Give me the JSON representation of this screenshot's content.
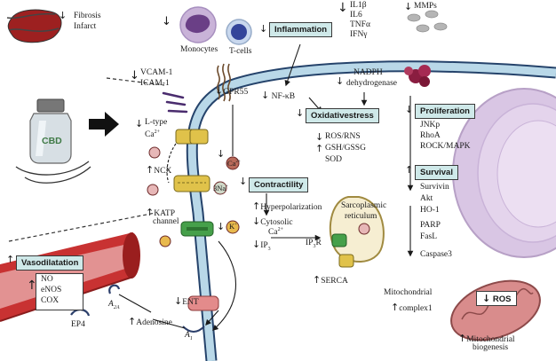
{
  "diagram": {
    "top": {
      "fibrosis_infarct": [
        "Fibrosis",
        "Infarct"
      ],
      "monocytes": "Monocytes",
      "t_cells": "T-cells",
      "inflammation": "Inflammation",
      "cytokines": [
        "IL1β",
        "IL6",
        "TNFα",
        "IFNγ"
      ],
      "mmps": "MMPs"
    },
    "membrane": {
      "adhesion": [
        "VCAM-1",
        "ICAM-1"
      ],
      "gpr55": "GPR55",
      "nfkb": "NF-κB",
      "nadph": [
        "NADPH",
        "dehydrogenase"
      ]
    },
    "cbd_label": "CBD",
    "channels": {
      "l_type": [
        "L-type",
        "Ca"
      ],
      "ca_ion": "Ca",
      "ncx": "NCX",
      "na_ion": "3Na",
      "katp": [
        "KATP",
        "channel"
      ],
      "k_ion": "K"
    },
    "contractility": {
      "label": "Contractility",
      "hyperpolarization": "Hyperpolarization",
      "cytosolic": "Cytosolic",
      "ca": "Ca",
      "ip3": "IP",
      "ip3r": "IP",
      "ip3r_suffix": "R"
    },
    "sr": {
      "title": [
        "Sarcoplasmic",
        "reticulum"
      ],
      "serca": "SERCA"
    },
    "oxidative": {
      "label": "Oxidativestress",
      "items": [
        "ROS/RNS",
        "GSH/GSSG",
        "SOD"
      ]
    },
    "proliferation": {
      "label": "Proliferation",
      "items": [
        "JNKp",
        "RhoA",
        "ROCK/MAPK"
      ]
    },
    "survival": {
      "label": "Survival",
      "up": [
        "Survivin",
        "Akt",
        "HO-1"
      ],
      "down": [
        "PARP",
        "FasL"
      ],
      "caspase": "Caspase3"
    },
    "mito": {
      "complex": [
        "Mitochondrial",
        "complex1"
      ],
      "ros": "ROS",
      "biogenesis": [
        "Mitochondrial",
        "biogenesis"
      ]
    },
    "vessel": {
      "vasodilatation": "Vasodilatation",
      "items": [
        "NO",
        "eNOS",
        "COX"
      ],
      "ep4": "EP4",
      "a2a": "A",
      "a2a_sub": "2A",
      "a1": "A",
      "a1_sub": "1",
      "ent": "ENT",
      "adenosine": "Adenosine"
    }
  },
  "colors": {
    "membrane": "#b9d8e8",
    "box_fill": "#cfe9e9",
    "vessel": "#c83232",
    "sr": "#f6eed2",
    "mito": "#d98c8c",
    "nucleus": "#d9c6e4"
  }
}
